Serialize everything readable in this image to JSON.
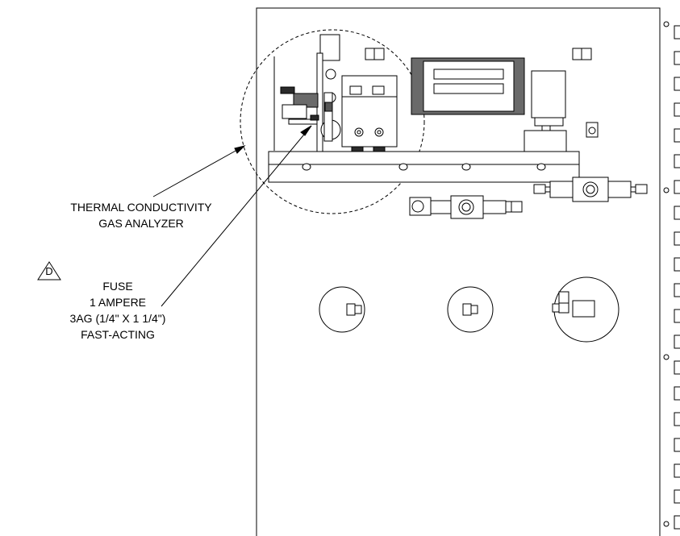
{
  "callouts": {
    "analyzer": {
      "line1": "THERMAL CONDUCTIVITY",
      "line2": "GAS ANALYZER"
    },
    "fuse": {
      "revision_mark": "D",
      "line1": "FUSE",
      "line2": "1 AMPERE",
      "line3": "3AG (1/4\" X 1 1/4\")",
      "line4": "FAST-ACTING"
    }
  },
  "colors": {
    "ink": "#000000",
    "component_fill": "#ffffff",
    "bar_fill": "#6a6a6a",
    "dark_fill": "#2a2a2a"
  }
}
